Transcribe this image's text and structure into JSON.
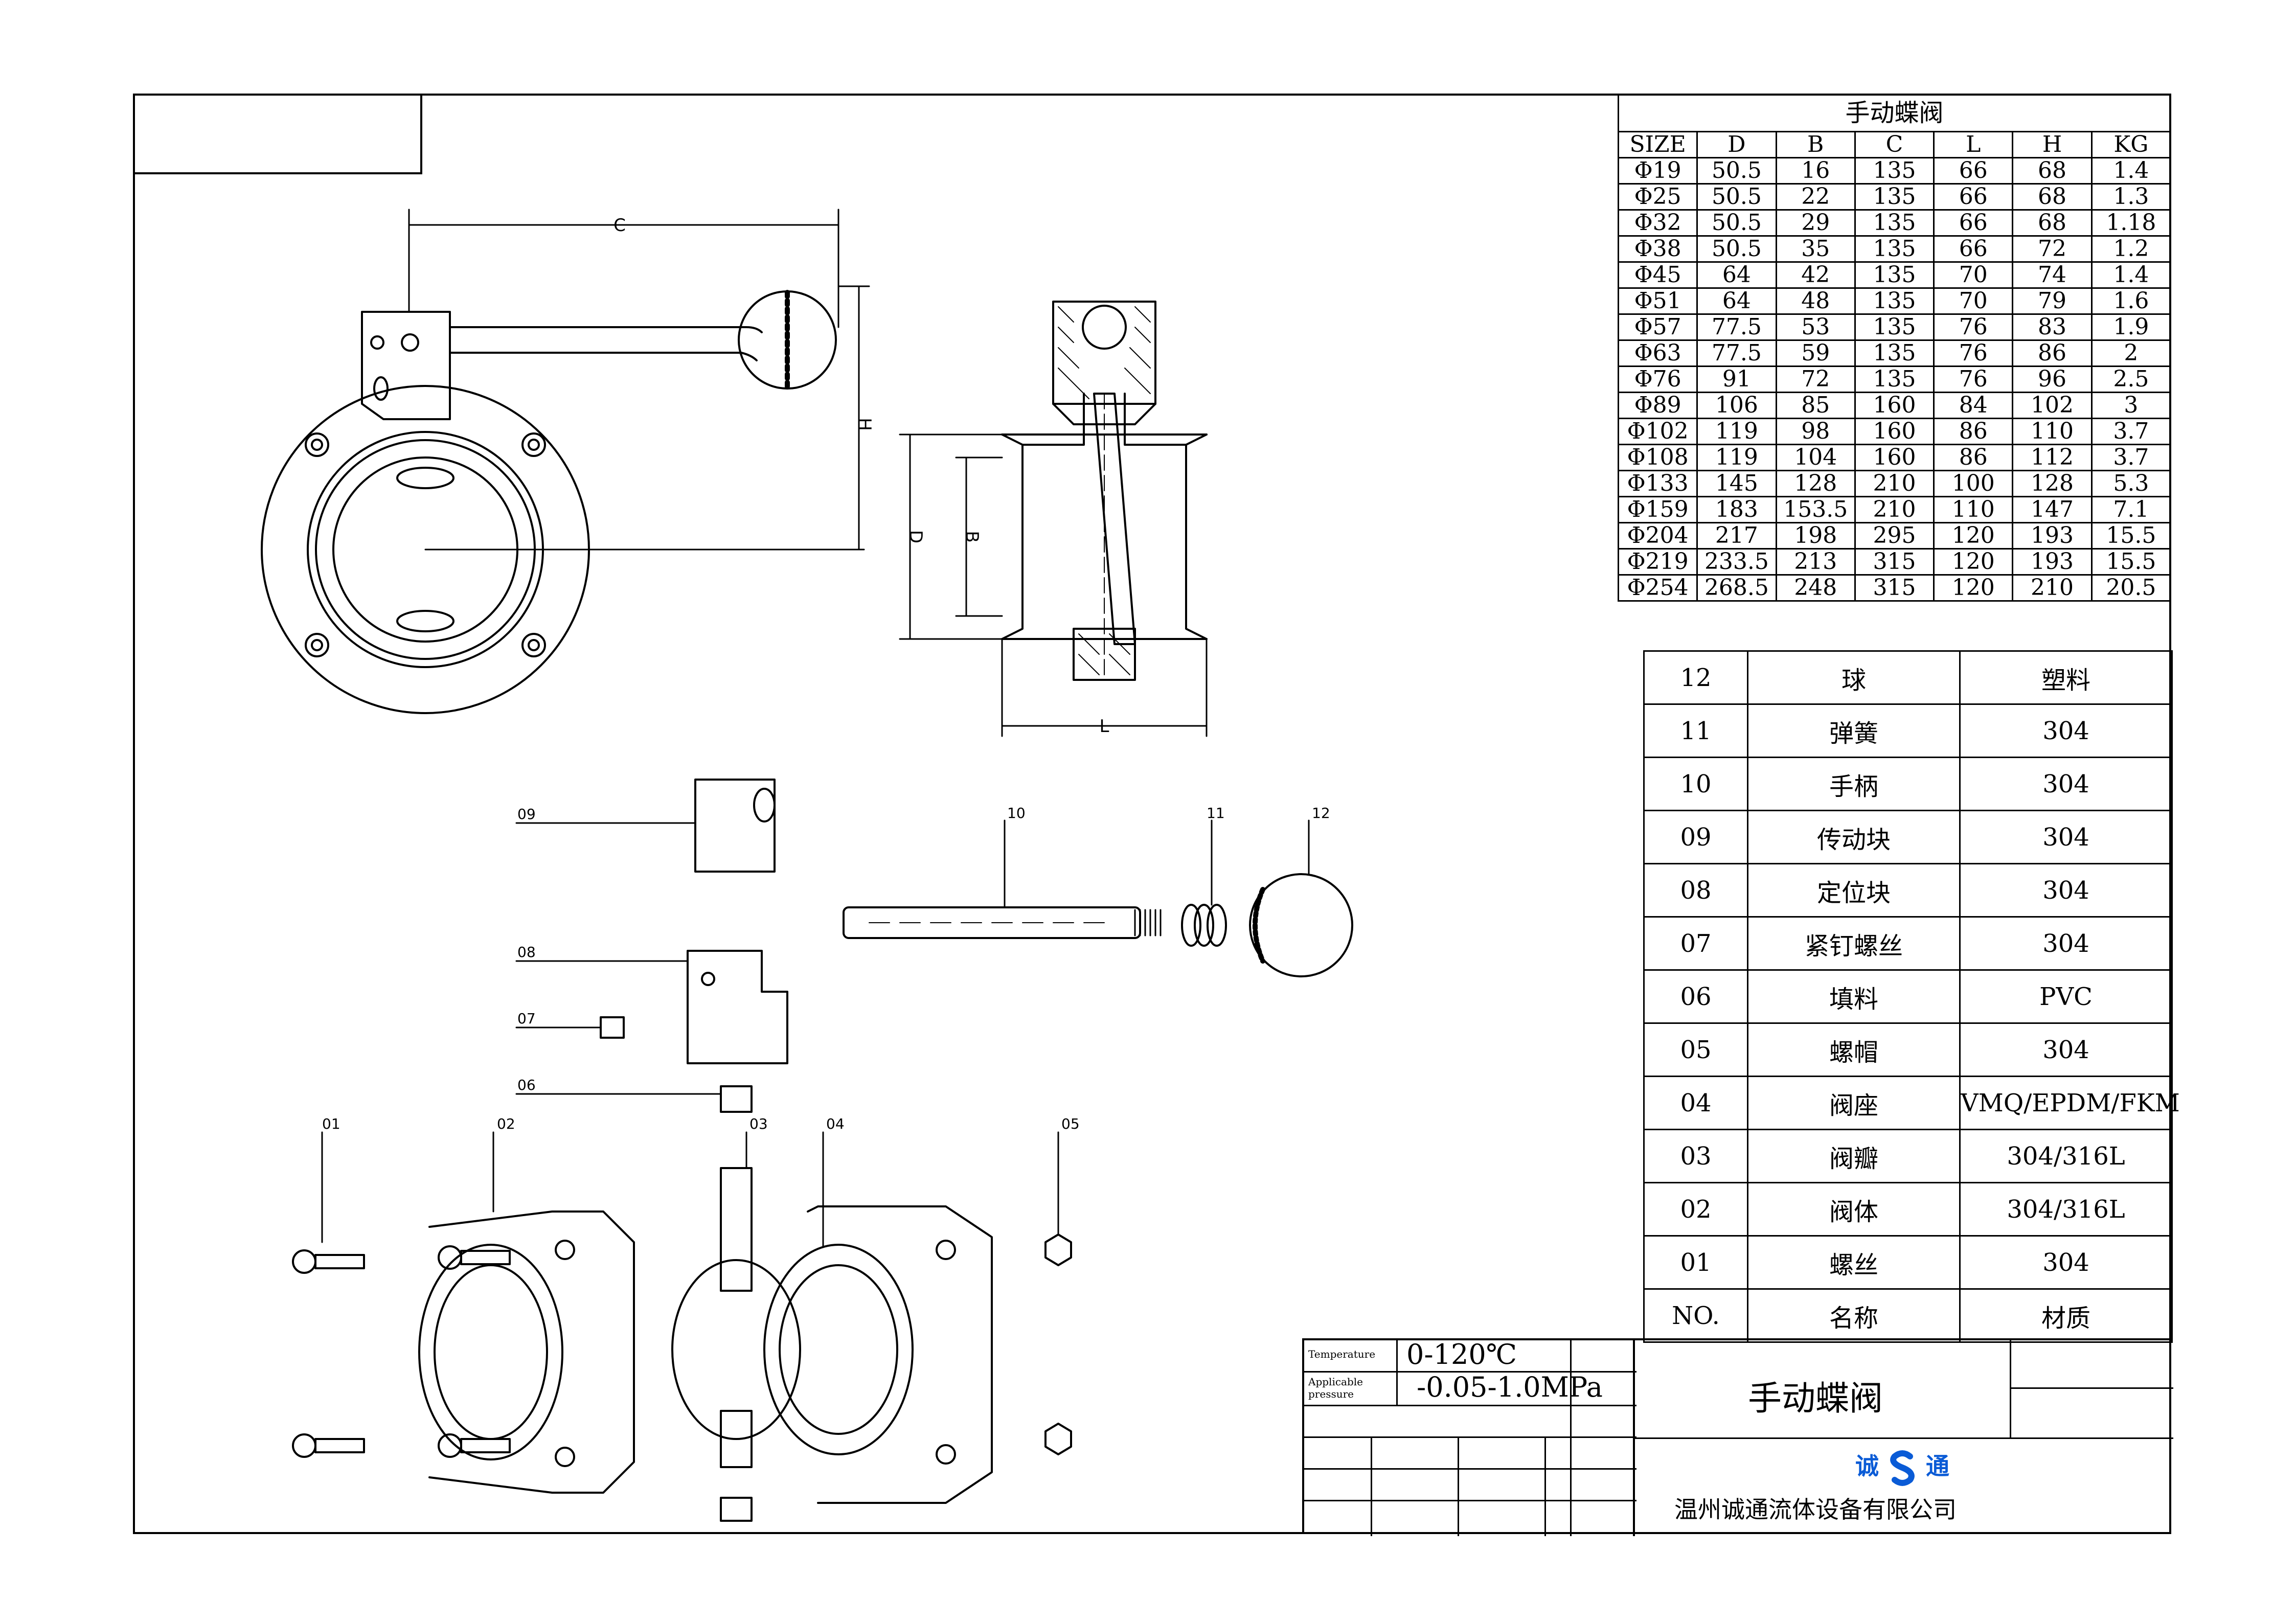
{
  "size_table": {
    "title": "手动蝶阀",
    "headers": [
      "SIZE",
      "D",
      "B",
      "C",
      "L",
      "H",
      "KG"
    ],
    "rows": [
      [
        "Φ19",
        "50.5",
        "16",
        "135",
        "66",
        "68",
        "1.4"
      ],
      [
        "Φ25",
        "50.5",
        "22",
        "135",
        "66",
        "68",
        "1.3"
      ],
      [
        "Φ32",
        "50.5",
        "29",
        "135",
        "66",
        "68",
        "1.18"
      ],
      [
        "Φ38",
        "50.5",
        "35",
        "135",
        "66",
        "72",
        "1.2"
      ],
      [
        "Φ45",
        "64",
        "42",
        "135",
        "70",
        "74",
        "1.4"
      ],
      [
        "Φ51",
        "64",
        "48",
        "135",
        "70",
        "79",
        "1.6"
      ],
      [
        "Φ57",
        "77.5",
        "53",
        "135",
        "76",
        "83",
        "1.9"
      ],
      [
        "Φ63",
        "77.5",
        "59",
        "135",
        "76",
        "86",
        "2"
      ],
      [
        "Φ76",
        "91",
        "72",
        "135",
        "76",
        "96",
        "2.5"
      ],
      [
        "Φ89",
        "106",
        "85",
        "160",
        "84",
        "102",
        "3"
      ],
      [
        "Φ102",
        "119",
        "98",
        "160",
        "86",
        "110",
        "3.7"
      ],
      [
        "Φ108",
        "119",
        "104",
        "160",
        "86",
        "112",
        "3.7"
      ],
      [
        "Φ133",
        "145",
        "128",
        "210",
        "100",
        "128",
        "5.3"
      ],
      [
        "Φ159",
        "183",
        "153.5",
        "210",
        "110",
        "147",
        "7.1"
      ],
      [
        "Φ204",
        "217",
        "198",
        "295",
        "120",
        "193",
        "15.5"
      ],
      [
        "Φ219",
        "233.5",
        "213",
        "315",
        "120",
        "193",
        "15.5"
      ],
      [
        "Φ254",
        "268.5",
        "248",
        "315",
        "120",
        "210",
        "20.5"
      ]
    ]
  },
  "parts_list": {
    "rows": [
      [
        "12",
        "球",
        "塑料"
      ],
      [
        "11",
        "弹簧",
        "304"
      ],
      [
        "10",
        "手柄",
        "304"
      ],
      [
        "09",
        "传动块",
        "304"
      ],
      [
        "08",
        "定位块",
        "304"
      ],
      [
        "07",
        "紧钉螺丝",
        "304"
      ],
      [
        "06",
        "填料",
        "PVC"
      ],
      [
        "05",
        "螺帽",
        "304"
      ],
      [
        "04",
        "阀座",
        "VMQ/EPDM/FKM"
      ],
      [
        "03",
        "阀瓣",
        "304/316L"
      ],
      [
        "02",
        "阀体",
        "304/316L"
      ],
      [
        "01",
        "螺丝",
        "304"
      ]
    ],
    "header": [
      "NO.",
      "名称",
      "材质"
    ]
  },
  "title_block": {
    "temperature_label": "Temperature",
    "temperature_value": "0-120℃",
    "pressure_label_1": "Applicable",
    "pressure_label_2": "pressure",
    "pressure_value": "-0.05-1.0MPa",
    "title": "手动蝶阀",
    "logo_left": "诚",
    "logo_right": "通",
    "company": "温州诚通流体设备有限公司"
  },
  "dimension_labels": [
    "C",
    "H",
    "D",
    "B",
    "L"
  ],
  "callouts": [
    "01",
    "02",
    "03",
    "04",
    "05",
    "06",
    "07",
    "08",
    "09",
    "10",
    "11",
    "12"
  ],
  "colors": {
    "line": "#000000",
    "logo": "#0a5bd6"
  }
}
